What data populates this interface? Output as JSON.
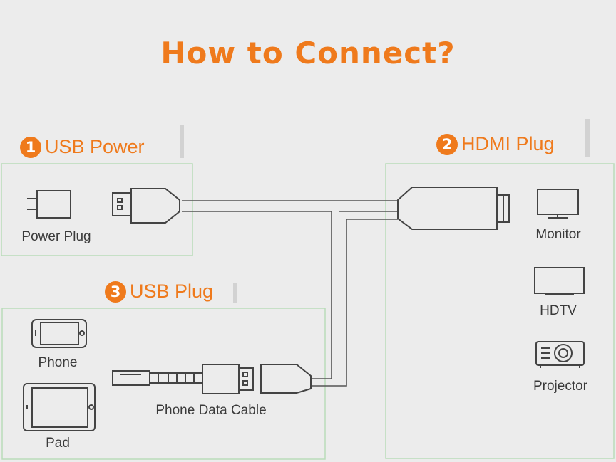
{
  "title": "How to Connect?",
  "sections": {
    "usb_power": {
      "number": "1",
      "label": "USB Power"
    },
    "hdmi_plug": {
      "number": "2",
      "label": "HDMI Plug"
    },
    "usb_plug": {
      "number": "3",
      "label": "USB Plug"
    }
  },
  "labels": {
    "power_plug": "Power Plug",
    "monitor": "Monitor",
    "hdtv": "HDTV",
    "projector": "Projector",
    "phone": "Phone",
    "pad": "Pad",
    "phone_data_cable": "Phone Data Cable"
  },
  "colors": {
    "accent": "#ef7a1c",
    "box_border": "#b9dcb9",
    "line": "#555555",
    "background": "#ececec"
  }
}
